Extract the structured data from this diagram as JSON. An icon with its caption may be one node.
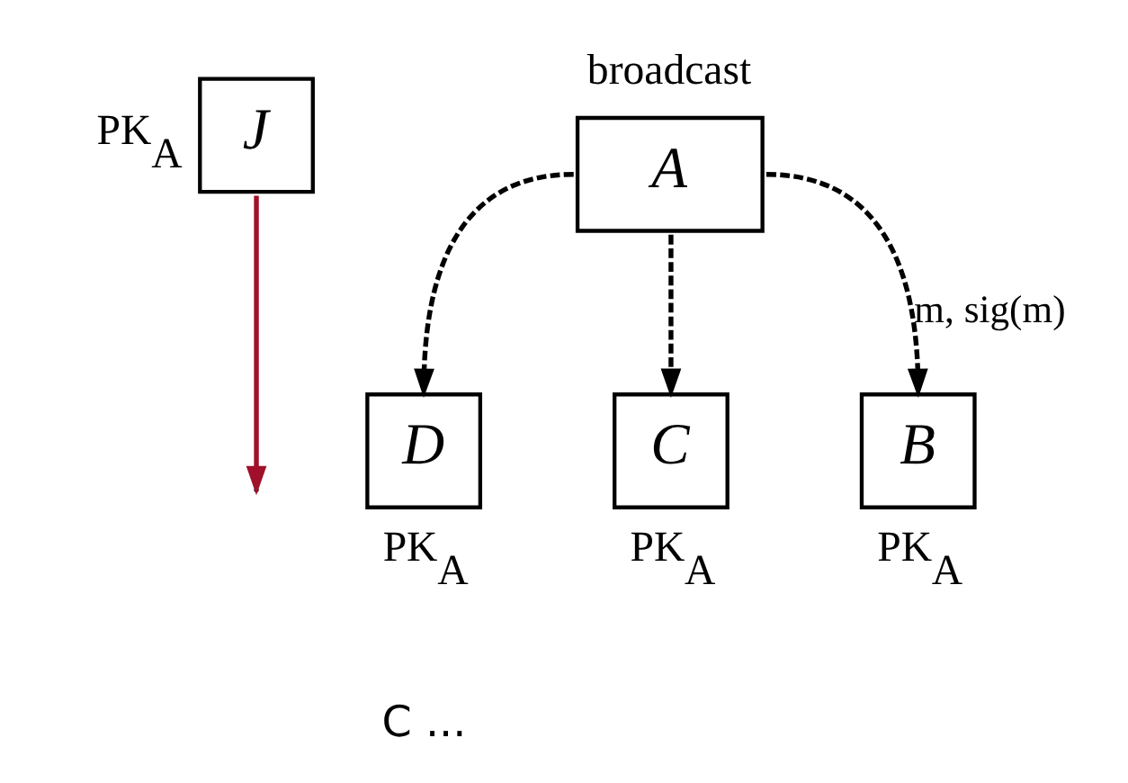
{
  "diagram": {
    "nodes": [
      {
        "text": [
          "J"
        ],
        "beside": [
          "PK$_{A}$"
        ]
      },
      {
        "text": [
          "A"
        ],
        "beside": [
          "broadcast"
        ]
      },
      {
        "text": [
          "D"
        ],
        "beside": [
          "PK$_{A}$"
        ]
      },
      {
        "text": [
          "C"
        ],
        "beside": [
          "PK$_{A}$"
        ]
      },
      {
        "text": [
          "B"
        ],
        "beside": [
          "PK$_{A}$"
        ]
      }
    ],
    "edges": [
      {
        "from": 1,
        "to": 2,
        "arrow": "to",
        "style": "dashed"
      },
      {
        "from": 1,
        "to": 3,
        "arrow": "to",
        "style": "dashed"
      },
      {
        "from": 1,
        "to": 4,
        "arrow": "to",
        "style": "dashed",
        "label": "m, sig(m)"
      },
      {
        "from": 0,
        "to": null,
        "arrow": "to",
        "color": "#a0102a"
      }
    ],
    "labels": [
      "C ..."
    ]
  }
}
